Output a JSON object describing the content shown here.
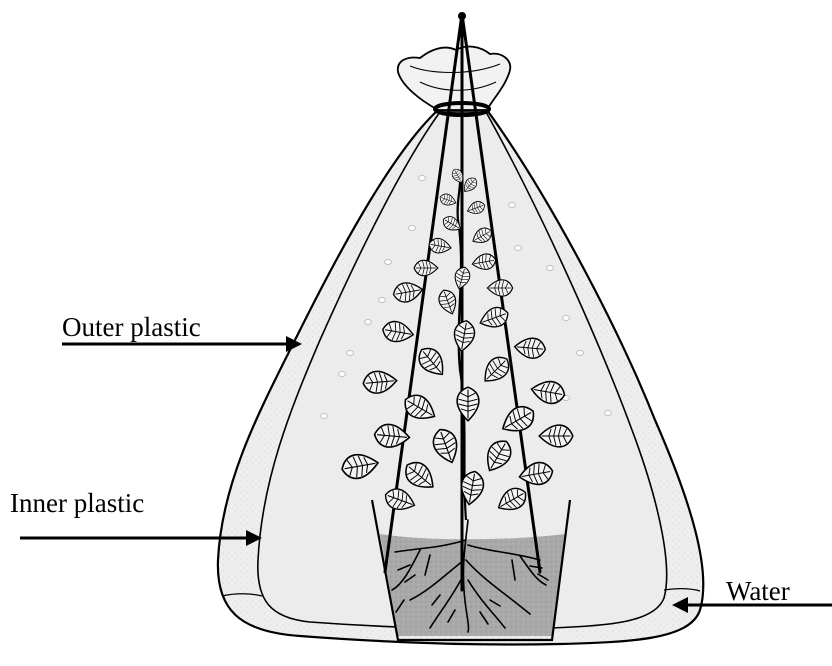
{
  "labels": {
    "outer_plastic": "Outer plastic",
    "inner_plastic": "Inner plastic",
    "water": "Water"
  },
  "colors": {
    "ink": "#000000",
    "mist": "#ececec",
    "soil": "#a8a8a8",
    "leaf_fill": "#f4f4f4",
    "background": "#ffffff"
  },
  "icons": {
    "tie": "bag-tie-icon",
    "leaf": "leaf-icon"
  }
}
